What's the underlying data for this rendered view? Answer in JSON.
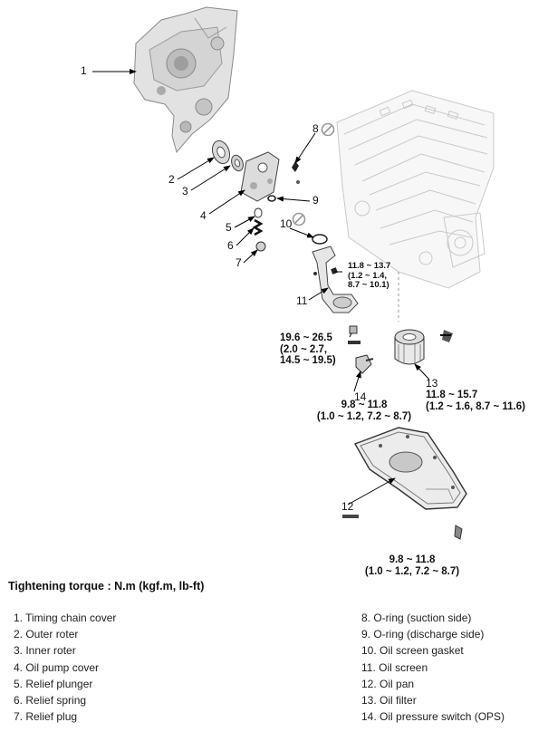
{
  "callouts": [
    "1",
    "2",
    "3",
    "4",
    "5",
    "6",
    "7",
    "8",
    "9",
    "10",
    "11",
    "12",
    "13",
    "14"
  ],
  "torques": {
    "screen_bolt": [
      "11.8 ~ 13.7",
      "(1.2 ~ 1.4,",
      "8.7 ~ 10.1)"
    ],
    "ops": [
      "19.6 ~ 26.5",
      "(2.0 ~ 2.7,",
      "14.5 ~ 19.5)"
    ],
    "pump_cover": [
      "9.8 ~ 11.8",
      "(1.0 ~ 1.2, 7.2 ~ 8.7)"
    ],
    "filter": [
      "11.8 ~ 15.7",
      "(1.2 ~ 1.6, 8.7 ~ 11.6)"
    ],
    "oil_pan": [
      "9.8 ~ 11.8",
      "(1.0 ~ 1.2, 7.2 ~ 8.7)"
    ]
  },
  "heading": "Tightening torque : N.m (kgf.m, lb-ft)",
  "legend_left": [
    "1. Timing chain cover",
    "2. Outer roter",
    "3. Inner roter",
    "4. Oil pump cover",
    "5. Relief plunger",
    "6. Relief spring",
    "7. Relief plug"
  ],
  "legend_right": [
    "8. O-ring (suction side)",
    "9. O-ring (discharge side)",
    "10. Oil screen gasket",
    "11. Oil screen",
    "12. Oil pan",
    "13. Oil filter",
    "14. Oil pressure switch (OPS)"
  ]
}
